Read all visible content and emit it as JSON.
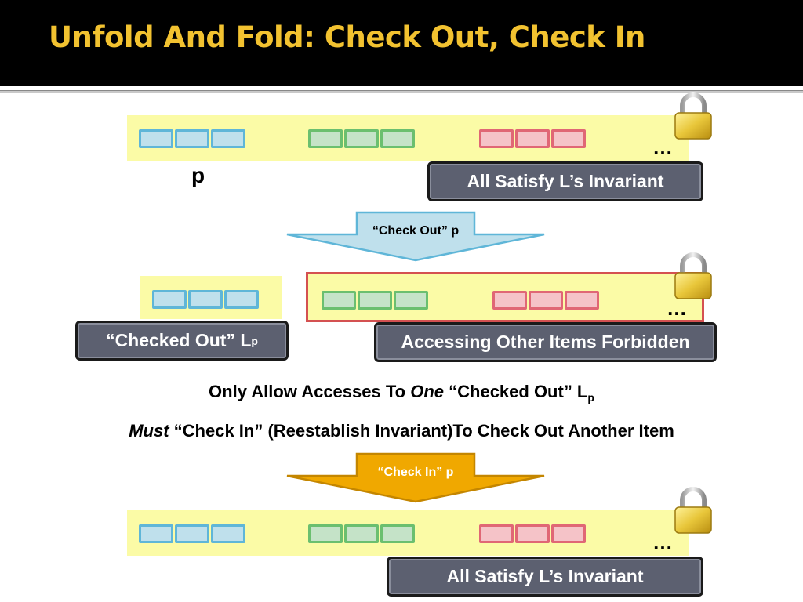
{
  "title": "Unfold And Fold: Check Out, Check In",
  "top_row": {
    "ellipsis": "…",
    "pointer_label": "p",
    "invariant_label": "All Satisfy L’s Invariant"
  },
  "check_out_arrow": {
    "label": "“Check Out” p",
    "color": "#bfe0ec"
  },
  "middle_row": {
    "ellipsis": "…",
    "checked_out_label": "“Checked Out” L",
    "checked_out_sub": "p",
    "forbidden_label": "Accessing Other Items Forbidden"
  },
  "rules": {
    "line1_prefix": "Only Allow Accesses To ",
    "line1_emph": "One",
    "line1_suffix": " “Checked Out” L",
    "line1_sub": "p",
    "line2_emph": "Must",
    "line2_rest": " “Check In” (Reestablish Invariant)To Check Out Another Item"
  },
  "check_in_arrow": {
    "label": "“Check In” p",
    "color": "#f0a800"
  },
  "bottom_row": {
    "ellipsis": "…",
    "invariant_label": "All Satisfy L’s Invariant"
  },
  "colors": {
    "title": "#f2c230",
    "strip": "#fbfba6",
    "blue_cell": "#5fb6d8",
    "green_cell": "#6bbf6f",
    "red_cell": "#e06775",
    "label_box": "#5c6070"
  }
}
